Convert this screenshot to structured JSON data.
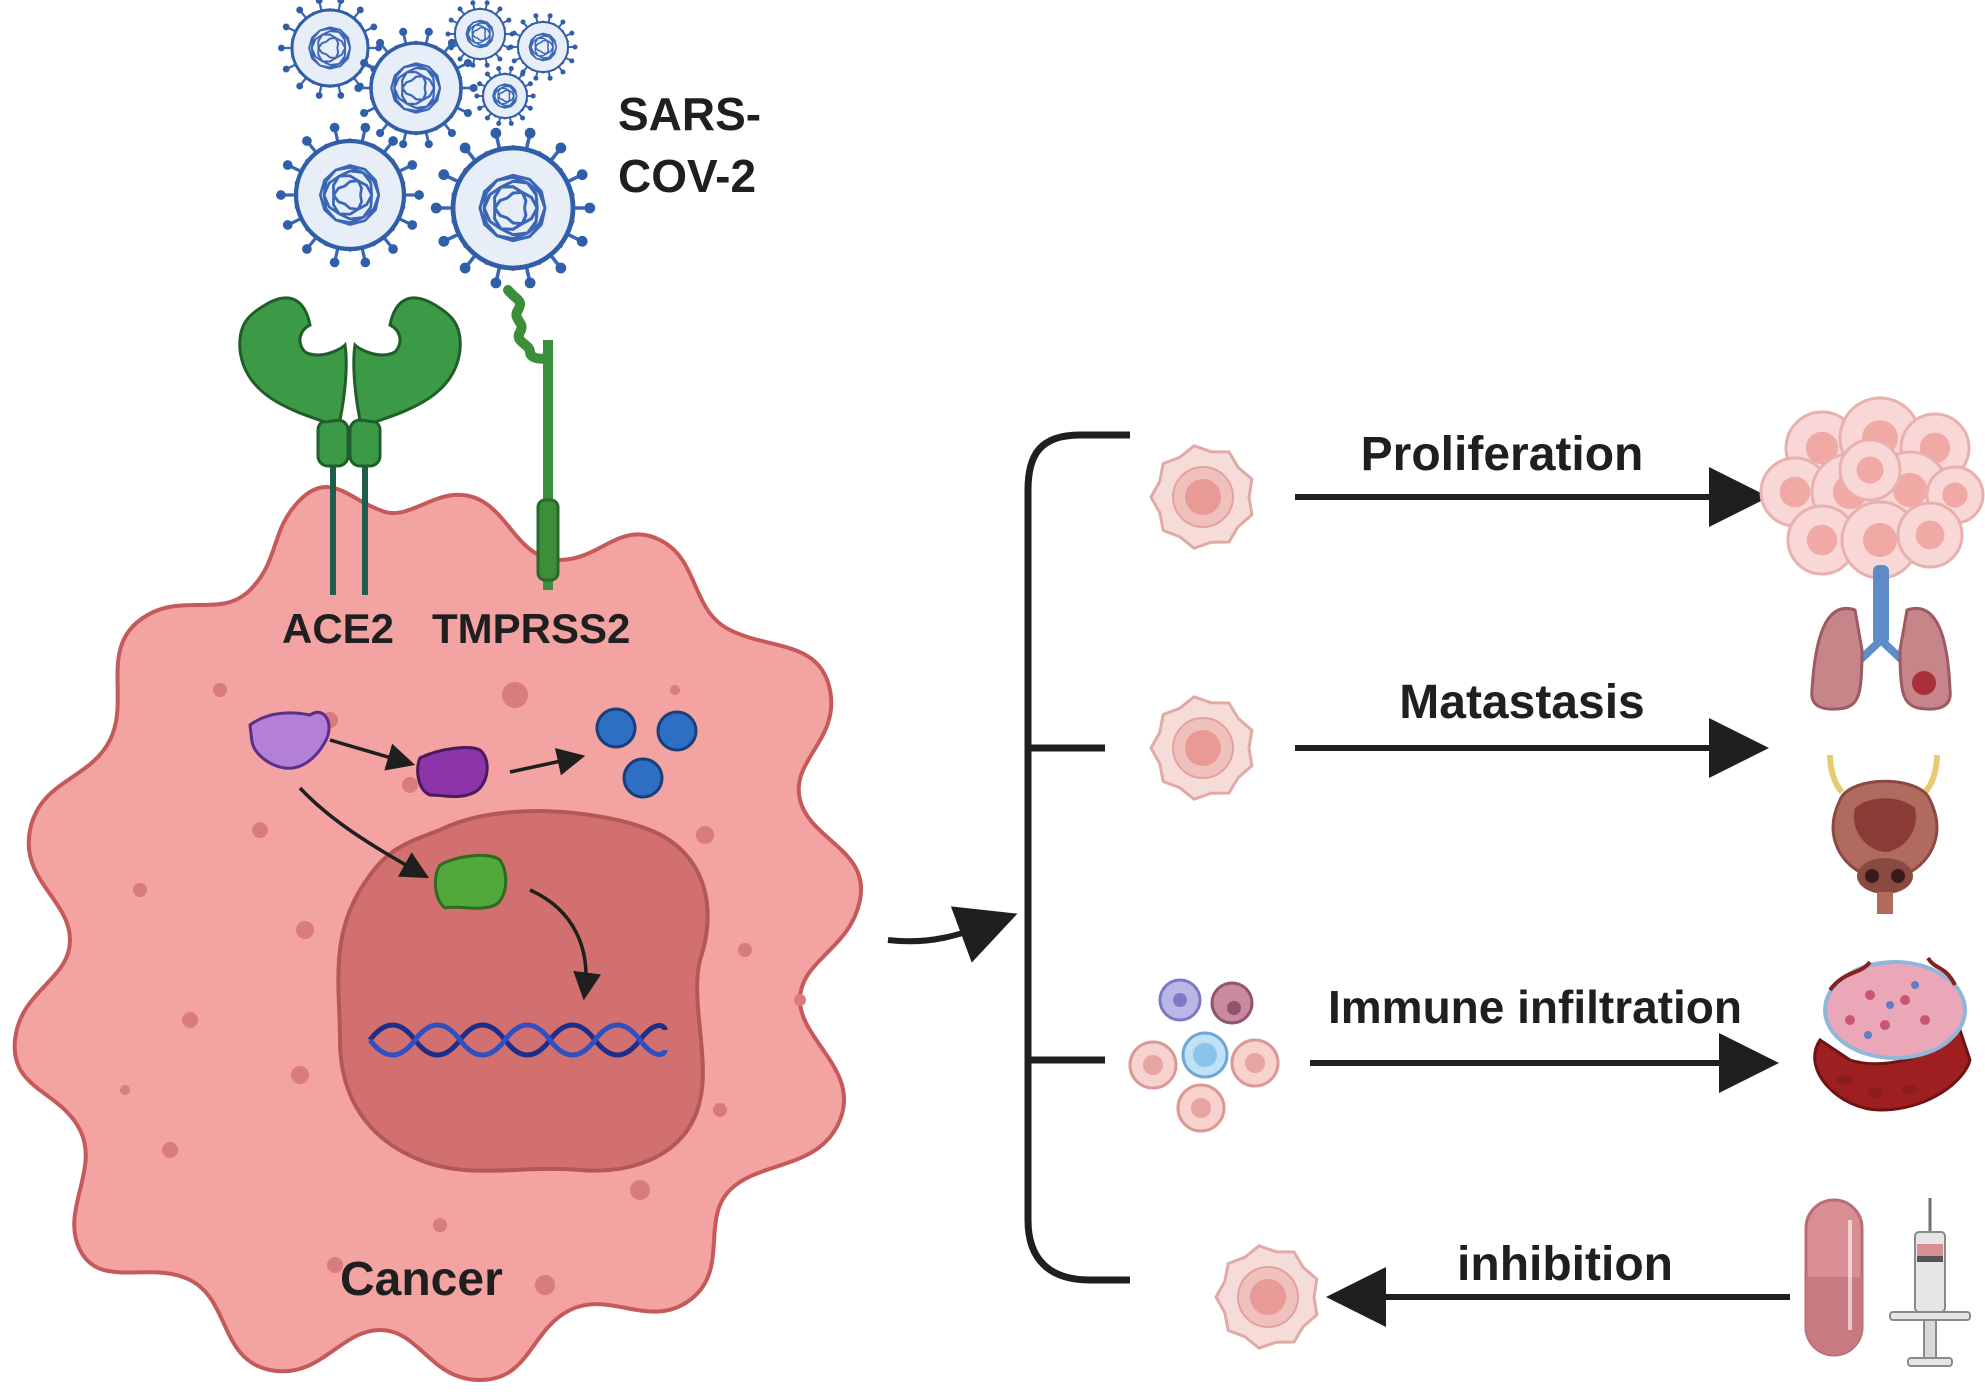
{
  "virus": {
    "label_line1": "SARS-",
    "label_line2": "COV-2"
  },
  "receptors": {
    "ace2": "ACE2",
    "tmprss2": "TMPRSS2"
  },
  "cell": {
    "label": "Cancer"
  },
  "outcomes": [
    {
      "label": "Proliferation",
      "direction": "forward"
    },
    {
      "label": "Matastasis",
      "direction": "forward"
    },
    {
      "label": "Immune infiltration",
      "direction": "forward"
    },
    {
      "label": "inhibition",
      "direction": "backward"
    }
  ],
  "colors": {
    "cancer_cell": "#f2a0a0",
    "nucleus": "#d16f6f",
    "receptor_green": "#3f8f3f",
    "virus_blue": "#2f5fa8",
    "arrow": "#1f1f1f"
  }
}
